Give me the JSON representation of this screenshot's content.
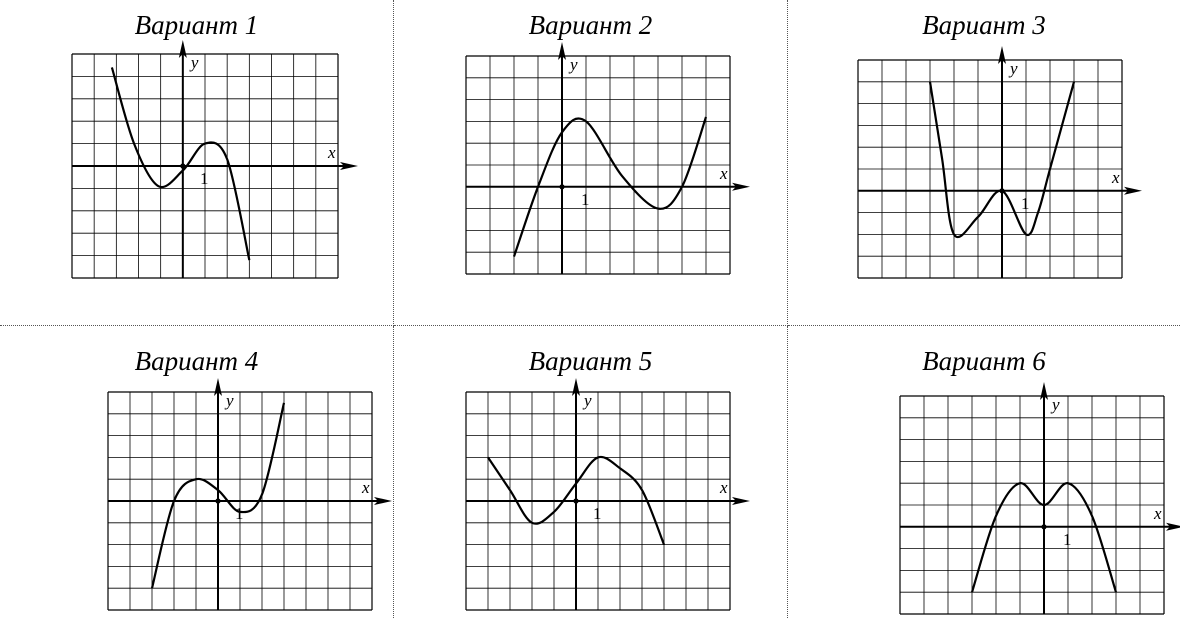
{
  "variants": [
    {
      "title": "Вариант 1",
      "axis_x_label": "x",
      "axis_y_label": "y",
      "unit_label": "1",
      "grid": {
        "x_range": [
          -5,
          7
        ],
        "y_range": [
          -5,
          5
        ]
      },
      "curve": [
        [
          -3.2,
          4.4
        ],
        [
          -2.2,
          1.0
        ],
        [
          -1.1,
          -0.9
        ],
        [
          0.0,
          -0.2
        ],
        [
          1.0,
          1.0
        ],
        [
          2.0,
          0.3
        ],
        [
          3.0,
          -4.2
        ]
      ]
    },
    {
      "title": "Вариант 2",
      "axis_x_label": "x",
      "axis_y_label": "y",
      "unit_label": "1",
      "grid": {
        "x_range": [
          -4,
          7
        ],
        "y_range": [
          -4,
          6
        ]
      },
      "curve": [
        [
          -2,
          -3.2
        ],
        [
          -1,
          0.0
        ],
        [
          0,
          2.5
        ],
        [
          1.0,
          3.0
        ],
        [
          2.5,
          0.5
        ],
        [
          4,
          -1.0
        ],
        [
          5,
          0.0
        ],
        [
          6,
          3.2
        ]
      ]
    },
    {
      "title": "Вариант 3",
      "axis_x_label": "x",
      "axis_y_label": "y",
      "unit_label": "1",
      "grid": {
        "x_range": [
          -6,
          5
        ],
        "y_range": [
          -4,
          6
        ]
      },
      "curve": [
        [
          -3,
          5
        ],
        [
          -2.5,
          1.5
        ],
        [
          -2,
          -2
        ],
        [
          -1,
          -1.2
        ],
        [
          0,
          0
        ],
        [
          1,
          -2
        ],
        [
          1.5,
          -1
        ],
        [
          2,
          1
        ],
        [
          3,
          5
        ]
      ]
    },
    {
      "title": "Вариант 4",
      "axis_x_label": "x",
      "axis_y_label": "y",
      "unit_label": "1",
      "grid": {
        "x_range": [
          -5,
          7
        ],
        "y_range": [
          -5,
          5
        ]
      },
      "curve": [
        [
          -3,
          -4
        ],
        [
          -2,
          0.0
        ],
        [
          -1,
          1
        ],
        [
          0,
          0.5
        ],
        [
          1,
          -0.5
        ],
        [
          2,
          0.3
        ],
        [
          3,
          4.5
        ]
      ]
    },
    {
      "title": "Вариант 5",
      "axis_x_label": "x",
      "axis_y_label": "y",
      "unit_label": "1",
      "grid": {
        "x_range": [
          -5,
          7
        ],
        "y_range": [
          -5,
          5
        ]
      },
      "curve": [
        [
          -4,
          2
        ],
        [
          -3,
          0.5
        ],
        [
          -2,
          -1
        ],
        [
          -1,
          -0.5
        ],
        [
          0,
          0.8
        ],
        [
          1,
          2
        ],
        [
          2,
          1.5
        ],
        [
          3,
          0.5
        ],
        [
          4,
          -2
        ]
      ]
    },
    {
      "title": "Вариант 6",
      "axis_x_label": "x",
      "axis_y_label": "y",
      "unit_label": "1",
      "grid": {
        "x_range": [
          -6,
          5
        ],
        "y_range": [
          -4,
          6
        ]
      },
      "curve": [
        [
          -3,
          -3
        ],
        [
          -2,
          0.5
        ],
        [
          -1,
          2
        ],
        [
          0,
          1
        ],
        [
          1,
          2
        ],
        [
          2,
          0.5
        ],
        [
          3,
          -3
        ]
      ]
    }
  ]
}
